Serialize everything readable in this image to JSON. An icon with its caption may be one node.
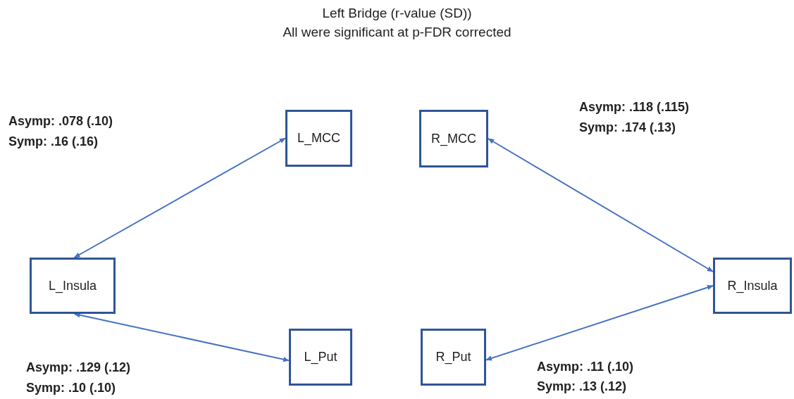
{
  "diagram": {
    "title": "Left Bridge (r-value (SD))",
    "nodes": [
      {
        "text": [
          "L_MCC"
        ]
      },
      {
        "text": [
          "R_MCC"
        ]
      },
      {
        "text": [
          "L_Insula"
        ]
      },
      {
        "text": [
          "R_Insula"
        ]
      },
      {
        "text": [
          "L_Put"
        ]
      },
      {
        "text": [
          "R_Put"
        ]
      }
    ],
    "edges": [
      {
        "from": 0,
        "to": 2,
        "arrow": "both"
      },
      {
        "from": 2,
        "to": 4,
        "arrow": "both"
      },
      {
        "from": 1,
        "to": 3,
        "arrow": "both"
      },
      {
        "from": 5,
        "to": 3,
        "arrow": "both"
      }
    ],
    "labels": [
      "All were significant at p-FDR corrected",
      "Asymp: .118 (.115)",
      "Symp: .174 (.13)",
      "Asymp: .078 (.10)",
      "Symp: .16 (.16)",
      "Asymp: .129 (.12)",
      "Symp: .10 (.10)",
      "Asymp: .11 (.10)",
      "Symp: .13 (.12)"
    ]
  }
}
